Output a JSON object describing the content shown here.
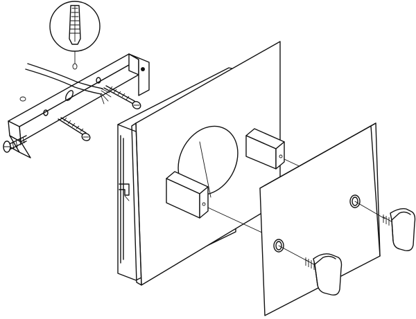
{
  "diagram": {
    "type": "exploded-assembly-line-drawing",
    "colors": {
      "ink": "#111111",
      "paper": "#ffffff"
    },
    "parts": [
      {
        "id": "wall-anchor-callout",
        "icon": "wall-plug-icon"
      },
      {
        "id": "cable",
        "icon": "cable-icon"
      },
      {
        "id": "mounting-bracket",
        "icon": "bracket-icon"
      },
      {
        "id": "bracket-screw-left",
        "icon": "screw-icon"
      },
      {
        "id": "wood-screw-lower",
        "icon": "screw-icon"
      },
      {
        "id": "wood-screw-upper",
        "icon": "screw-icon"
      },
      {
        "id": "back-box",
        "icon": "box-icon"
      },
      {
        "id": "front-plate",
        "icon": "plate-icon"
      },
      {
        "id": "magnet-block-upper",
        "icon": "block-icon"
      },
      {
        "id": "magnet-block-lower",
        "icon": "block-icon"
      },
      {
        "id": "cover-plate",
        "icon": "cover-plate-icon"
      },
      {
        "id": "push-button-left",
        "icon": "knob-icon"
      },
      {
        "id": "push-button-right",
        "icon": "knob-icon"
      }
    ]
  }
}
